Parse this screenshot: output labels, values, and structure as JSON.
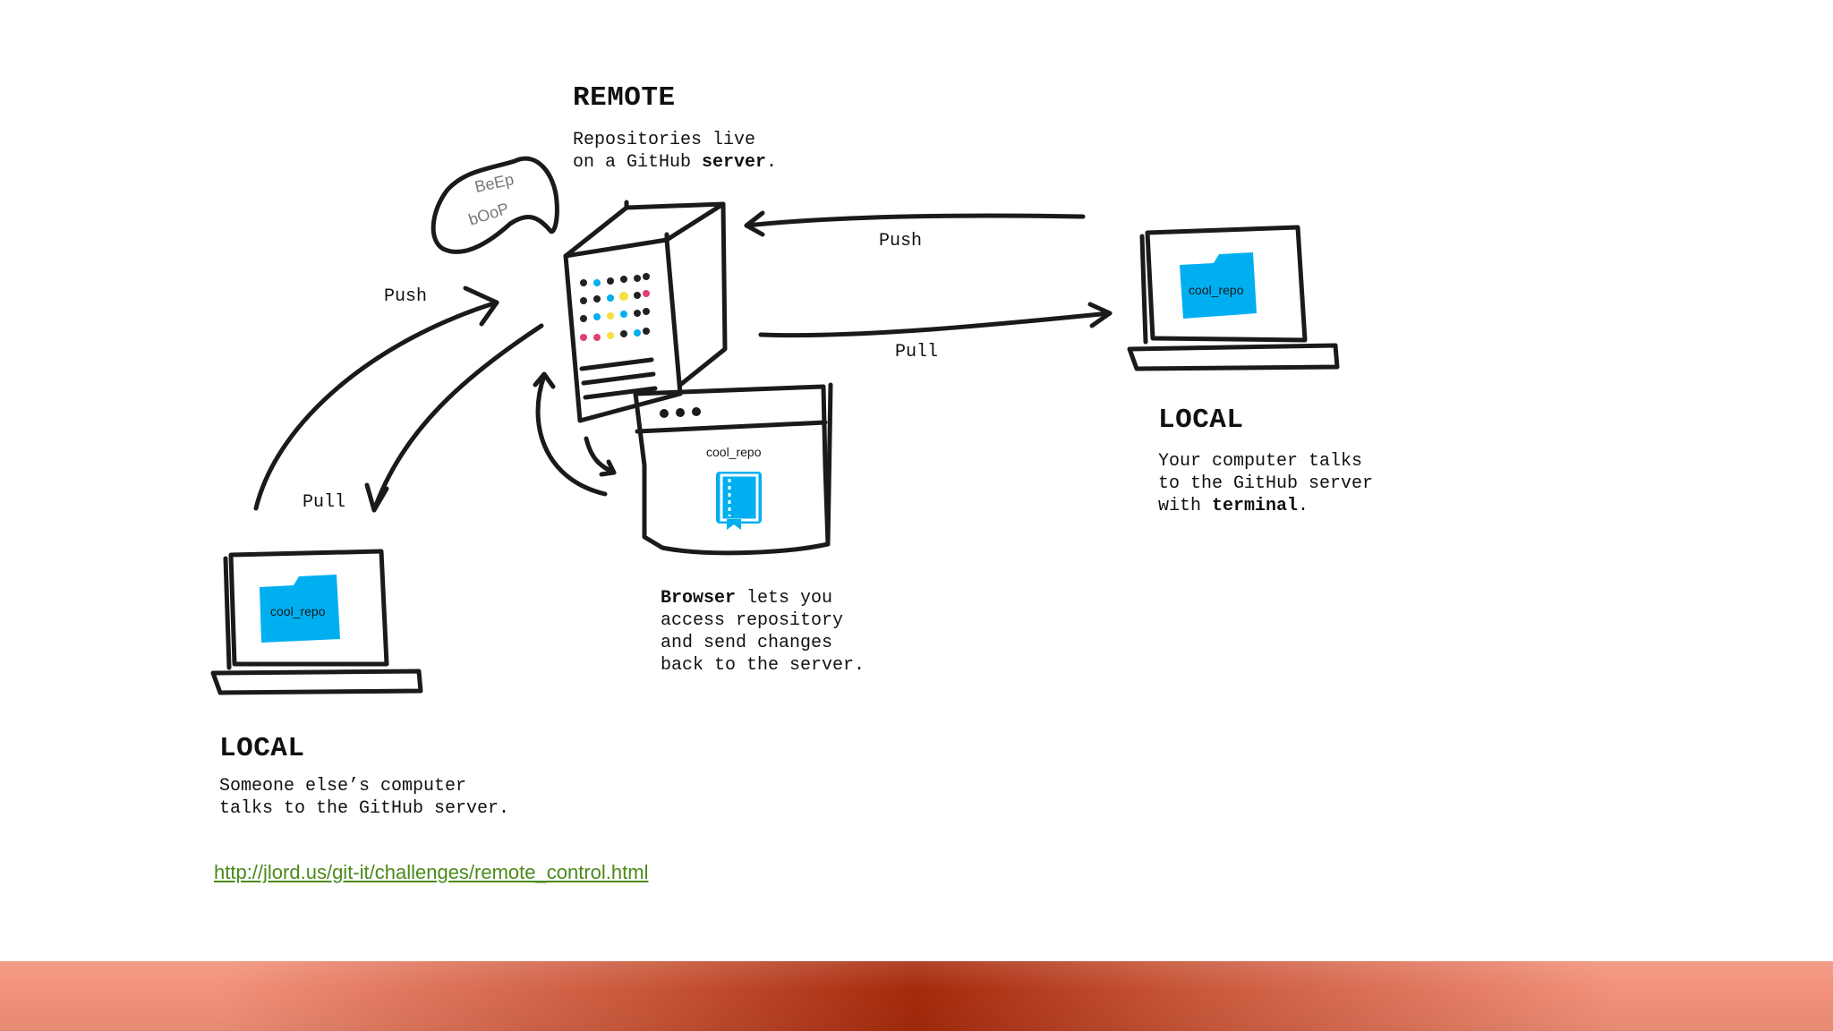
{
  "remote": {
    "heading": "REMOTE",
    "desc_line1": "Repositories live",
    "desc_line2_pre": "on a GitHub ",
    "desc_line2_bold": "server",
    "desc_line2_post": ".",
    "bubble_line1": "BeEp",
    "bubble_line2": "bOoP"
  },
  "arrows": {
    "push_right": "Push",
    "pull_right": "Pull",
    "push_left": "Push",
    "pull_left": "Pull"
  },
  "browser": {
    "window_title": "cool_repo",
    "desc_bold": "Browser",
    "desc_line1_post": " lets you",
    "desc_line2": "access repository",
    "desc_line3": "and send changes",
    "desc_line4": "back to the server."
  },
  "local_right": {
    "folder_label": "cool_repo",
    "heading": "LOCAL",
    "desc_line1": "Your computer talks",
    "desc_line2": "to the GitHub server",
    "desc_line3_pre": "with ",
    "desc_line3_bold": "terminal",
    "desc_line3_post": "."
  },
  "local_left": {
    "folder_label": "cool_repo",
    "heading": "LOCAL",
    "desc_line1": "Someone else’s computer",
    "desc_line2": "talks to the GitHub server."
  },
  "link": {
    "text": "http://jlord.us/git-it/challenges/remote_control.html"
  },
  "colors": {
    "accent_blue": "#00aff0",
    "link_green": "#4a8a1a",
    "footer_dark": "#a52a0c",
    "footer_light": "#f2917a"
  }
}
